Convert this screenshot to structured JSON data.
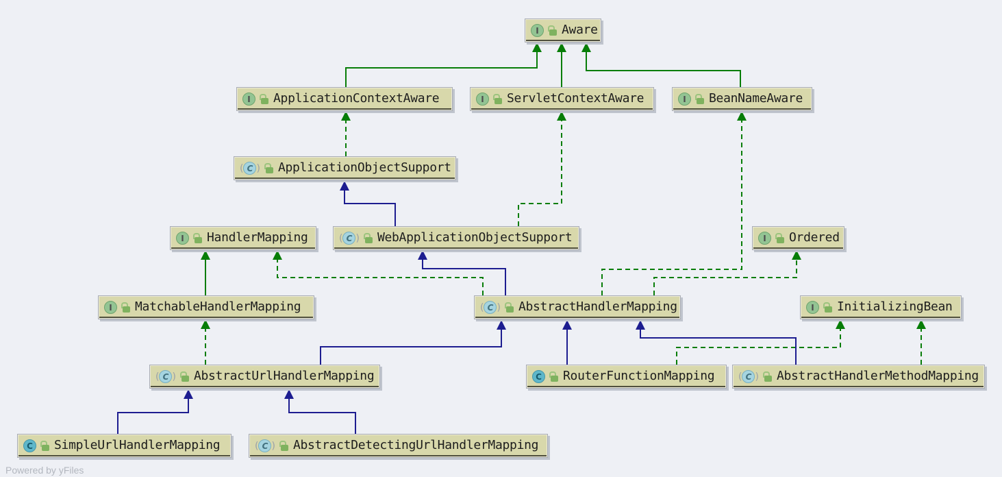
{
  "footer": {
    "text": "Powered by yFiles"
  },
  "colors": {
    "background": "#eef0f5",
    "node_fill": "#d8d8ab",
    "extends_interface_edge": "#077d07",
    "implements_edge": "#077d07",
    "extends_class_edge": "#1d1d90",
    "interface_icon": "#93c493",
    "class_icon": "#5eb7ca",
    "lock_icon": "#7fb25f"
  },
  "diagram": {
    "nodes": [
      {
        "id": "Aware",
        "label": "Aware",
        "kind": "interface"
      },
      {
        "id": "ApplicationContextAware",
        "label": "ApplicationContextAware",
        "kind": "interface"
      },
      {
        "id": "ServletContextAware",
        "label": "ServletContextAware",
        "kind": "interface"
      },
      {
        "id": "BeanNameAware",
        "label": "BeanNameAware",
        "kind": "interface"
      },
      {
        "id": "ApplicationObjectSupport",
        "label": "ApplicationObjectSupport",
        "kind": "abstract_class"
      },
      {
        "id": "HandlerMapping",
        "label": "HandlerMapping",
        "kind": "interface"
      },
      {
        "id": "WebApplicationObjectSupport",
        "label": "WebApplicationObjectSupport",
        "kind": "abstract_class"
      },
      {
        "id": "Ordered",
        "label": "Ordered",
        "kind": "interface"
      },
      {
        "id": "MatchableHandlerMapping",
        "label": "MatchableHandlerMapping",
        "kind": "interface"
      },
      {
        "id": "AbstractHandlerMapping",
        "label": "AbstractHandlerMapping",
        "kind": "abstract_class"
      },
      {
        "id": "InitializingBean",
        "label": "InitializingBean",
        "kind": "interface"
      },
      {
        "id": "AbstractUrlHandlerMapping",
        "label": "AbstractUrlHandlerMapping",
        "kind": "abstract_class"
      },
      {
        "id": "RouterFunctionMapping",
        "label": "RouterFunctionMapping",
        "kind": "class"
      },
      {
        "id": "AbstractHandlerMethodMapping",
        "label": "AbstractHandlerMethodMapping",
        "kind": "abstract_class"
      },
      {
        "id": "SimpleUrlHandlerMapping",
        "label": "SimpleUrlHandlerMapping",
        "kind": "class"
      },
      {
        "id": "AbstractDetectingUrlHandlerMapping",
        "label": "AbstractDetectingUrlHandlerMapping",
        "kind": "abstract_class"
      }
    ],
    "edges": [
      {
        "from": "ApplicationContextAware",
        "to": "Aware",
        "type": "extends_interface"
      },
      {
        "from": "ServletContextAware",
        "to": "Aware",
        "type": "extends_interface"
      },
      {
        "from": "BeanNameAware",
        "to": "Aware",
        "type": "extends_interface"
      },
      {
        "from": "MatchableHandlerMapping",
        "to": "HandlerMapping",
        "type": "extends_interface"
      },
      {
        "from": "ApplicationObjectSupport",
        "to": "ApplicationContextAware",
        "type": "implements"
      },
      {
        "from": "WebApplicationObjectSupport",
        "to": "ServletContextAware",
        "type": "implements"
      },
      {
        "from": "AbstractHandlerMapping",
        "to": "HandlerMapping",
        "type": "implements"
      },
      {
        "from": "AbstractHandlerMapping",
        "to": "BeanNameAware",
        "type": "implements"
      },
      {
        "from": "AbstractHandlerMapping",
        "to": "Ordered",
        "type": "implements"
      },
      {
        "from": "AbstractUrlHandlerMapping",
        "to": "MatchableHandlerMapping",
        "type": "implements"
      },
      {
        "from": "RouterFunctionMapping",
        "to": "InitializingBean",
        "type": "implements"
      },
      {
        "from": "AbstractHandlerMethodMapping",
        "to": "InitializingBean",
        "type": "implements"
      },
      {
        "from": "WebApplicationObjectSupport",
        "to": "ApplicationObjectSupport",
        "type": "extends_class"
      },
      {
        "from": "AbstractHandlerMapping",
        "to": "WebApplicationObjectSupport",
        "type": "extends_class"
      },
      {
        "from": "AbstractUrlHandlerMapping",
        "to": "AbstractHandlerMapping",
        "type": "extends_class"
      },
      {
        "from": "RouterFunctionMapping",
        "to": "AbstractHandlerMapping",
        "type": "extends_class"
      },
      {
        "from": "AbstractHandlerMethodMapping",
        "to": "AbstractHandlerMapping",
        "type": "extends_class"
      },
      {
        "from": "SimpleUrlHandlerMapping",
        "to": "AbstractUrlHandlerMapping",
        "type": "extends_class"
      },
      {
        "from": "AbstractDetectingUrlHandlerMapping",
        "to": "AbstractUrlHandlerMapping",
        "type": "extends_class"
      }
    ]
  }
}
